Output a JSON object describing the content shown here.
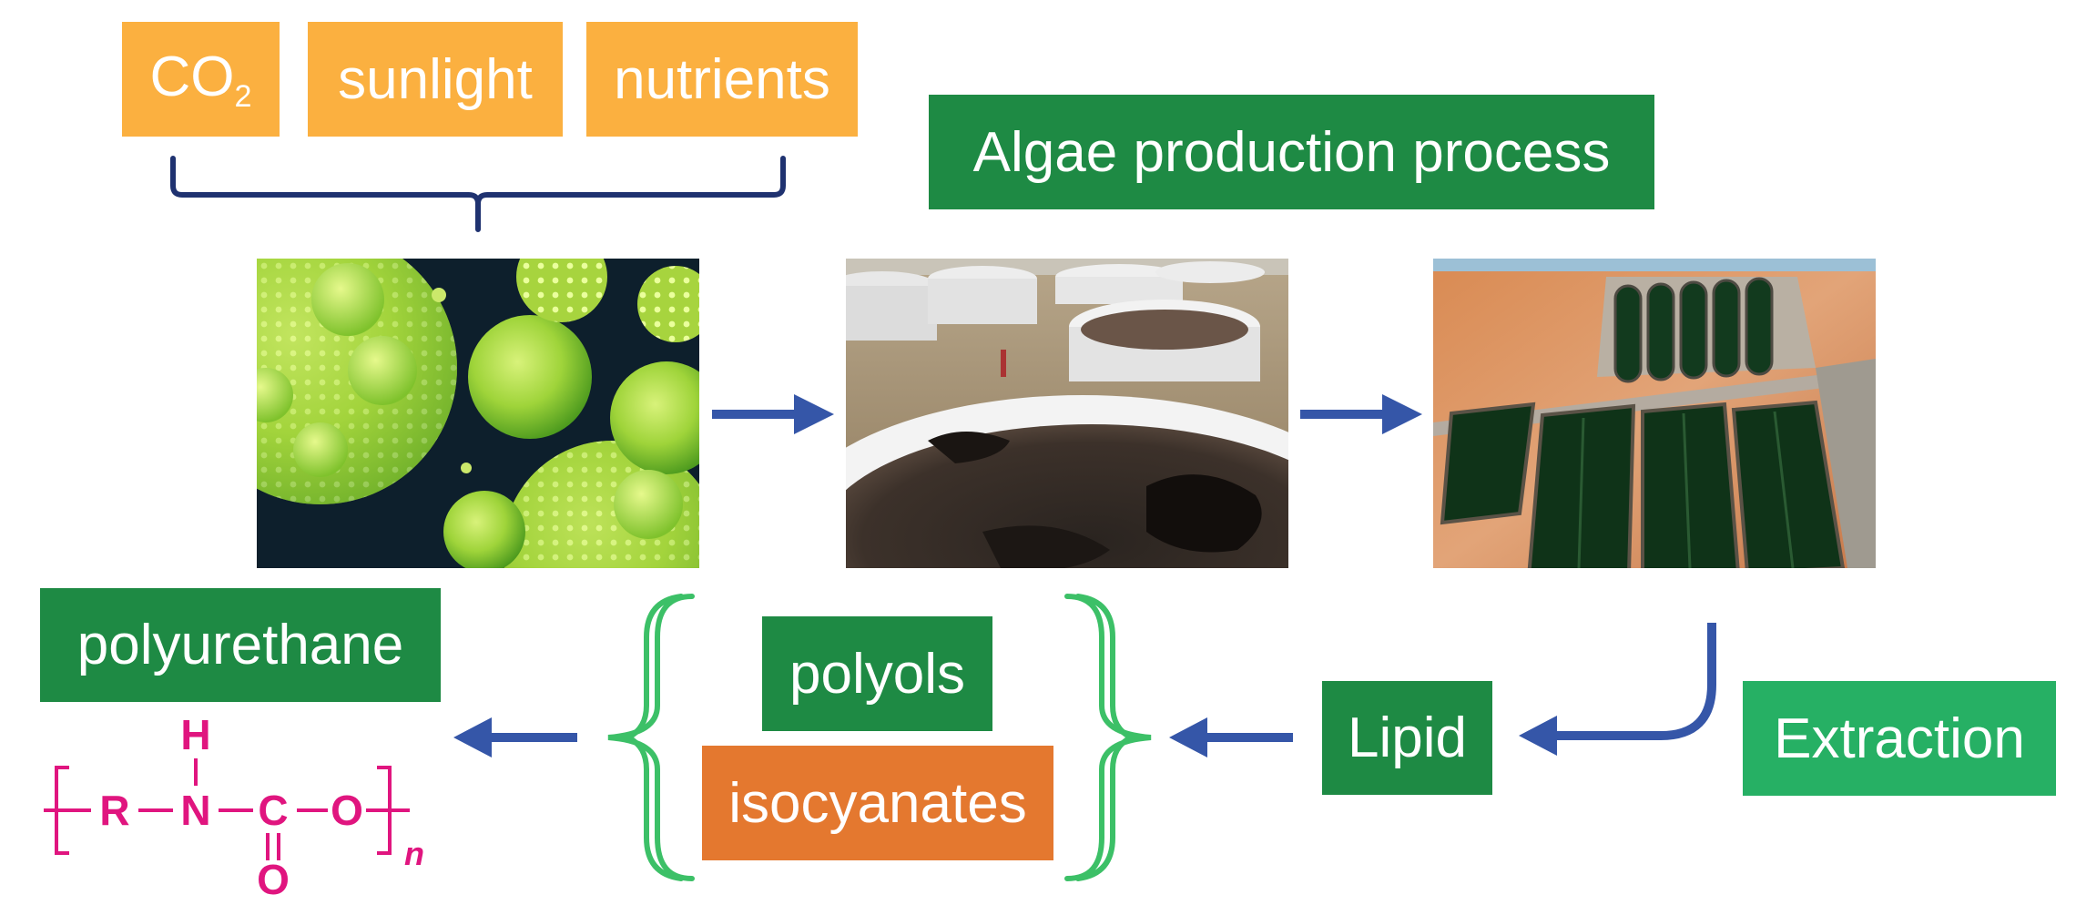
{
  "inputs": {
    "co2_main": "CO",
    "co2_sub": "2",
    "sunlight": "sunlight",
    "nutrients": "nutrients"
  },
  "process_title": "Algae production process",
  "products": {
    "polyurethane": "polyurethane",
    "polyols": "polyols",
    "isocyanates": "isocyanates",
    "lipid": "Lipid",
    "extraction": "Extraction"
  },
  "urethane_structure": {
    "r": "R",
    "n": "N",
    "h": "H",
    "c": "C",
    "o_chain": "O",
    "o_carbonyl": "O",
    "subscript": "n"
  },
  "colors": {
    "input_boxes": "#fbb040",
    "process_boxes": "#1e8a44",
    "extraction_box": "#26b064",
    "isocyanates_box": "#e4782f",
    "arrows": "#3556a8",
    "polyol_braces": "#3cc067",
    "input_brace": "#1f3270",
    "structure": "#e0157f"
  },
  "icons": [
    "microalgae-photo",
    "algae-tanks-photo",
    "raceway-ponds-photo"
  ]
}
